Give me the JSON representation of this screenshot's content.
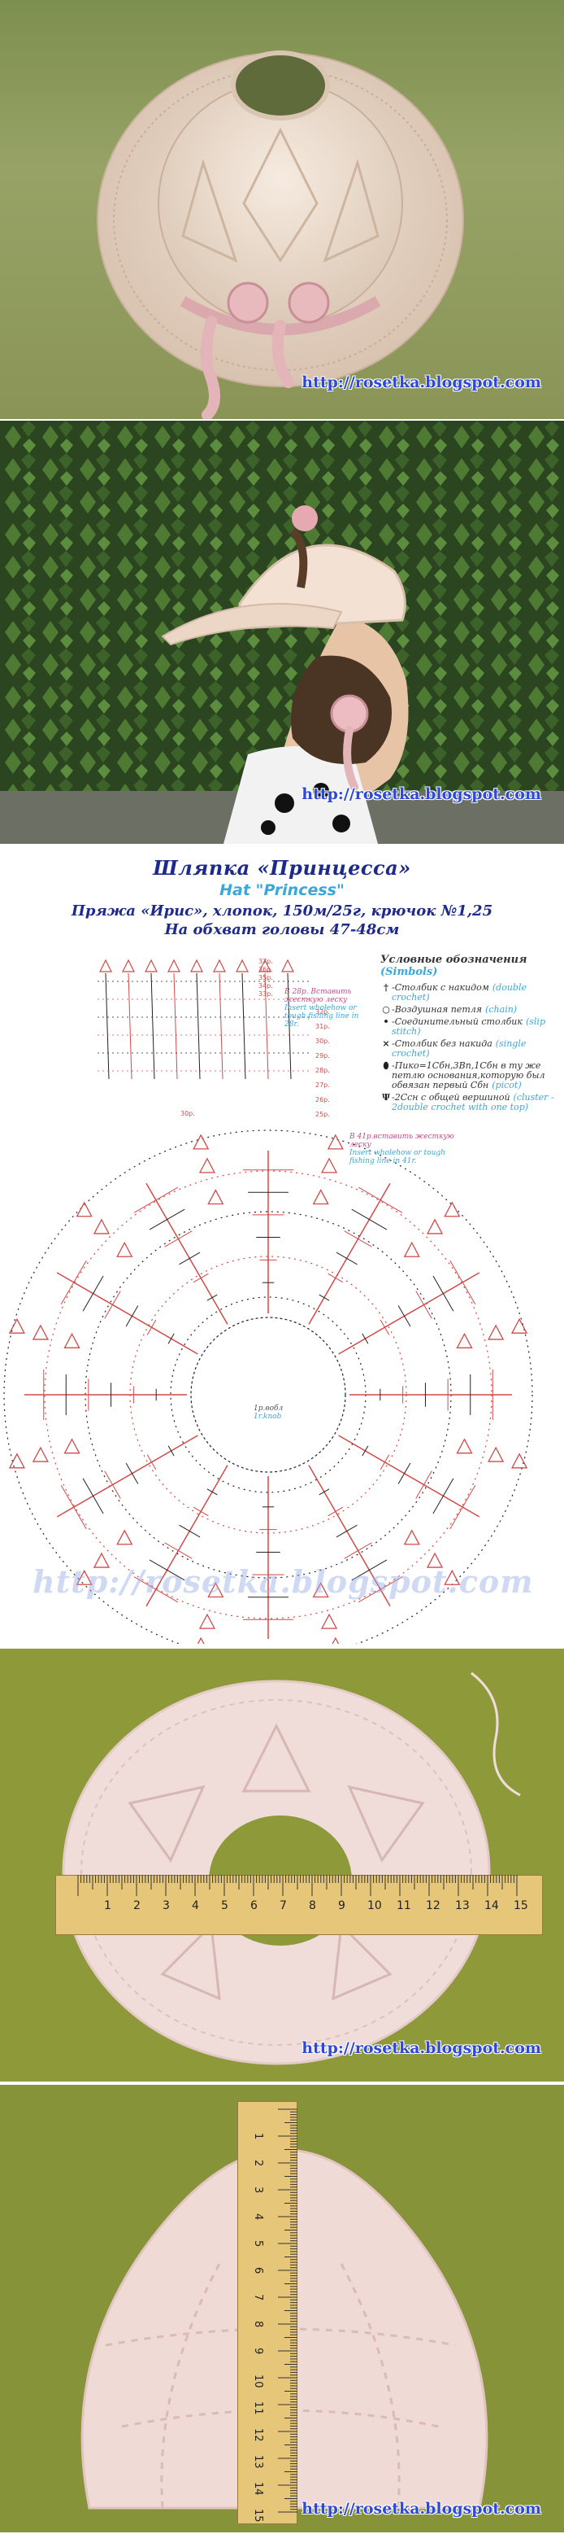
{
  "watermark": "http://rosetka.blogspot.com",
  "titles": {
    "ru": "Шляпка «Принцесса»",
    "en": "Hat \"Princess\"",
    "yarn": "Пряжа «Ирис», хлопок, 150м/25г, крючок №1,25",
    "head": "На обхват головы 47-48см"
  },
  "legend": {
    "heading_ru": "Условные обозначения",
    "heading_en": "(Simbols)",
    "items": [
      {
        "icon": "double-crochet-symbol",
        "glyph": "†",
        "ru": "-Столбик с накидом",
        "en": "(double crochet)"
      },
      {
        "icon": "chain-symbol",
        "glyph": "○",
        "ru": "-Воздушная петля",
        "en": "(chain)"
      },
      {
        "icon": "slip-stitch-symbol",
        "glyph": "•",
        "ru": "-Соединительный столбик",
        "en": "(slip stitch)"
      },
      {
        "icon": "single-crochet-symbol",
        "glyph": "×",
        "ru": "-Столбик без накида",
        "en": "(single crochet)"
      },
      {
        "icon": "picot-symbol",
        "glyph": "⬮",
        "ru": "-Пико=1Сбн,3Вп,1Сбн в ту же петлю основания,которую был обвязан первый Сбн",
        "en": "(picot)"
      },
      {
        "icon": "cluster-symbol",
        "glyph": "Ψ",
        "ru": "-2Ссн с общей вершиной",
        "en": "(cluster - 2double crochet with one top)"
      }
    ]
  },
  "diagram_notes": {
    "rows_top": [
      "37р.",
      "36р.",
      "35р.",
      "34р.",
      "33р."
    ],
    "rows_mid": [
      "32р.",
      "31р.",
      "30р.",
      "29р.",
      "28р.",
      "27р.",
      "26р.",
      "25р."
    ],
    "row_high": "30р.",
    "note1_ru": "В 28р. Вставить жесткую леску",
    "note1_en": "Insert wholehow or tough fishing line in 28r.",
    "note2_ru": "В 41р.вставить жесткую леску",
    "note2_en": "Insert wholehow or tough fishing line in 41r.",
    "center_ru": "1р.вобл",
    "center_en": "1r.knob"
  },
  "ruler": {
    "numbers": [
      "1",
      "2",
      "3",
      "4",
      "5",
      "6",
      "7",
      "8",
      "9",
      "10",
      "11",
      "12",
      "13",
      "14",
      "15"
    ],
    "numbers_vertical": [
      "1",
      "2",
      "3",
      "4",
      "5",
      "6",
      "7",
      "8",
      "9",
      "10",
      "11",
      "12",
      "13",
      "14",
      "15"
    ]
  },
  "colors": {
    "title": "#1e2a8a",
    "accent": "#3aa7d8",
    "watermark": "#2e49d6",
    "diagram_red": "#d24a4a",
    "diagram_pink": "#c04a8a"
  }
}
